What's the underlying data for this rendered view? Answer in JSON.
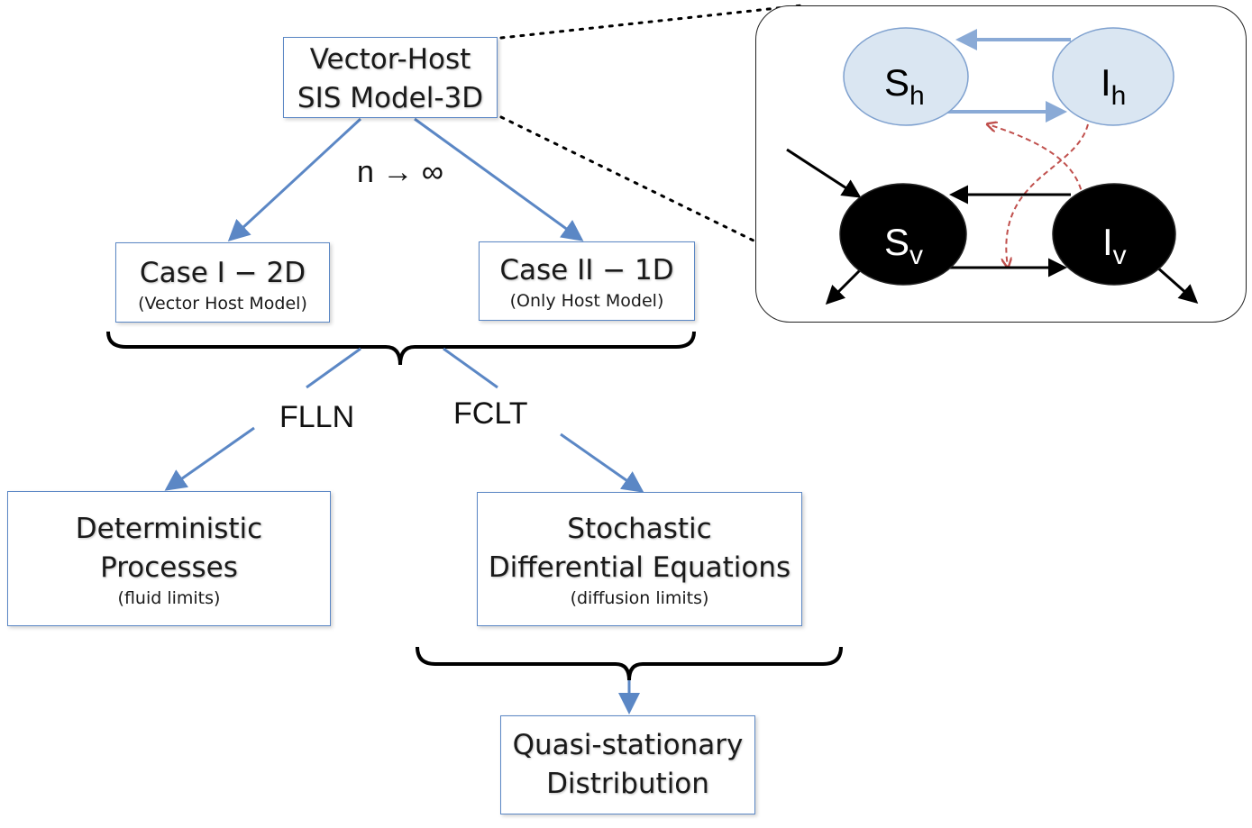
{
  "boxes": {
    "top": {
      "line1": "Vector-Host",
      "line2": "SIS Model-3D"
    },
    "case1": {
      "title": "Case I − 2D",
      "subtitle": "(Vector Host Model)"
    },
    "case2": {
      "title": "Case II − 1D",
      "subtitle": "(Only Host Model)"
    },
    "deterministic": {
      "line1": "Deterministic",
      "line2": "Processes",
      "subtitle": "(fluid limits)"
    },
    "stochastic": {
      "line1": "Stochastic",
      "line2": "Differential Equations",
      "subtitle": "(diffusion limits)"
    },
    "quasi": {
      "line1": "Quasi-stationary",
      "line2": "Distribution"
    }
  },
  "labels": {
    "limit": "n → ∞",
    "flln": "FLLN",
    "fclt": "FCLT"
  },
  "compartments": {
    "sh": {
      "main": "S",
      "sub": "h"
    },
    "ih": {
      "main": "I",
      "sub": "h"
    },
    "sv": {
      "main": "S",
      "sub": "v"
    },
    "iv": {
      "main": "I",
      "sub": "v"
    }
  },
  "colors": {
    "box_border": "#5b87c5",
    "arrow_blue": "#5b87c5",
    "host_fill": "#dae6f2",
    "host_stroke": "#7fa1cf",
    "host_arrow": "#8aaad6",
    "vector_fill": "#000000",
    "infection_arrow": "#c0504d"
  }
}
